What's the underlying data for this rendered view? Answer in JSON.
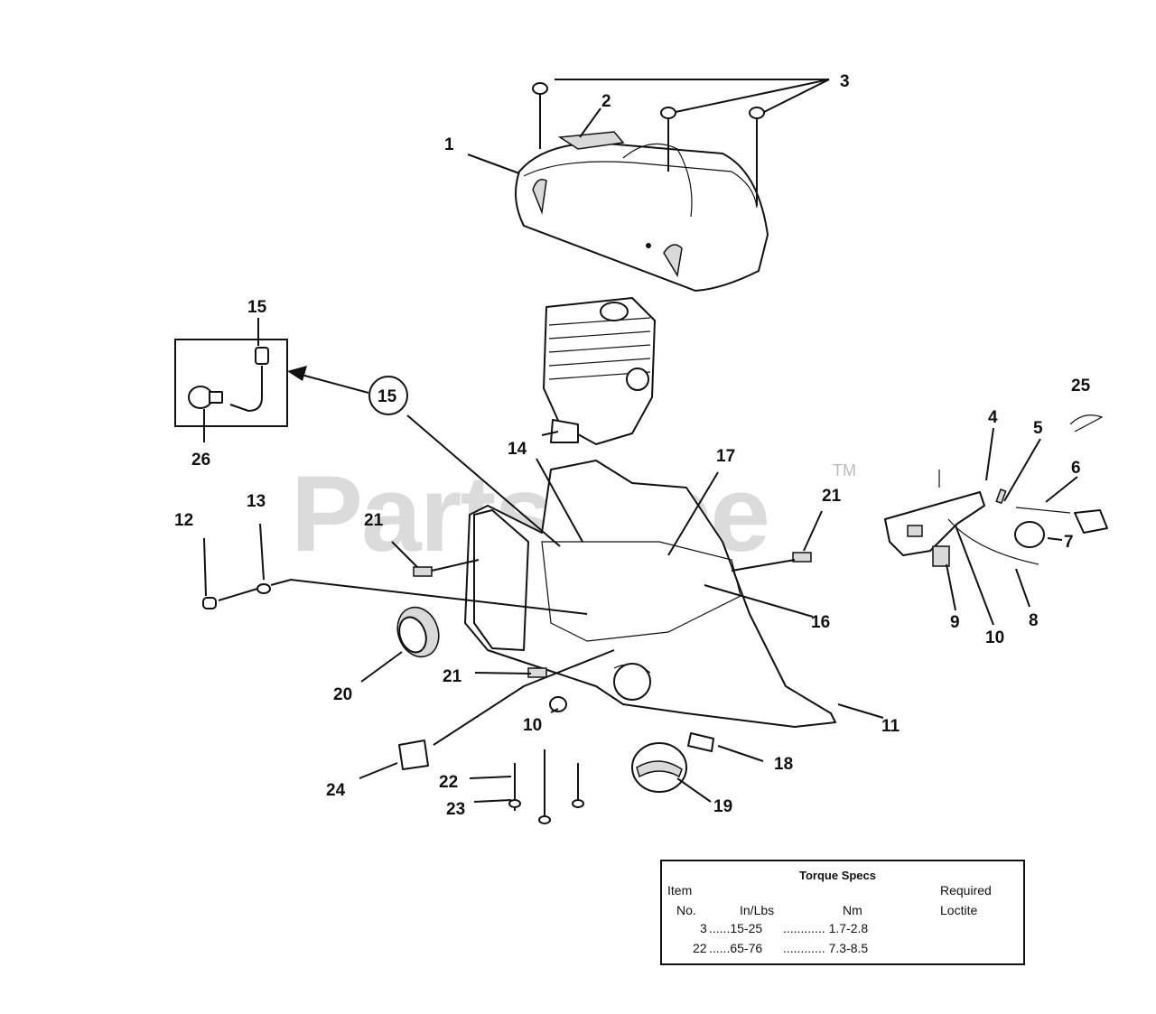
{
  "watermark": {
    "text": "PartsTree",
    "tm": "TM"
  },
  "callouts": [
    {
      "id": "1",
      "label": "1"
    },
    {
      "id": "2",
      "label": "2"
    },
    {
      "id": "3",
      "label": "3"
    },
    {
      "id": "4",
      "label": "4"
    },
    {
      "id": "5",
      "label": "5"
    },
    {
      "id": "6",
      "label": "6"
    },
    {
      "id": "7",
      "label": "7"
    },
    {
      "id": "8",
      "label": "8"
    },
    {
      "id": "9",
      "label": "9"
    },
    {
      "id": "10a",
      "label": "10"
    },
    {
      "id": "10b",
      "label": "10"
    },
    {
      "id": "11",
      "label": "11"
    },
    {
      "id": "12",
      "label": "12"
    },
    {
      "id": "13",
      "label": "13"
    },
    {
      "id": "14",
      "label": "14"
    },
    {
      "id": "15a",
      "label": "15"
    },
    {
      "id": "15b",
      "label": "15"
    },
    {
      "id": "16",
      "label": "16"
    },
    {
      "id": "17",
      "label": "17"
    },
    {
      "id": "18",
      "label": "18"
    },
    {
      "id": "19",
      "label": "19"
    },
    {
      "id": "20",
      "label": "20"
    },
    {
      "id": "21a",
      "label": "21"
    },
    {
      "id": "21b",
      "label": "21"
    },
    {
      "id": "21c",
      "label": "21"
    },
    {
      "id": "22",
      "label": "22"
    },
    {
      "id": "23",
      "label": "23"
    },
    {
      "id": "24",
      "label": "24"
    },
    {
      "id": "25",
      "label": "25"
    },
    {
      "id": "26",
      "label": "26"
    }
  ],
  "torque_specs": {
    "title": "Torque Specs",
    "headers": {
      "item": "Item",
      "no": "No.",
      "in_lbs": "In/Lbs",
      "nm": "Nm",
      "required": "Required",
      "loctite": "Loctite"
    },
    "rows": [
      {
        "item": "3",
        "in_lbs": "......15-25",
        "nm": "............ 1.7-2.8"
      },
      {
        "item": "22",
        "in_lbs": "......65-76",
        "nm": "............ 7.3-8.5"
      }
    ]
  }
}
